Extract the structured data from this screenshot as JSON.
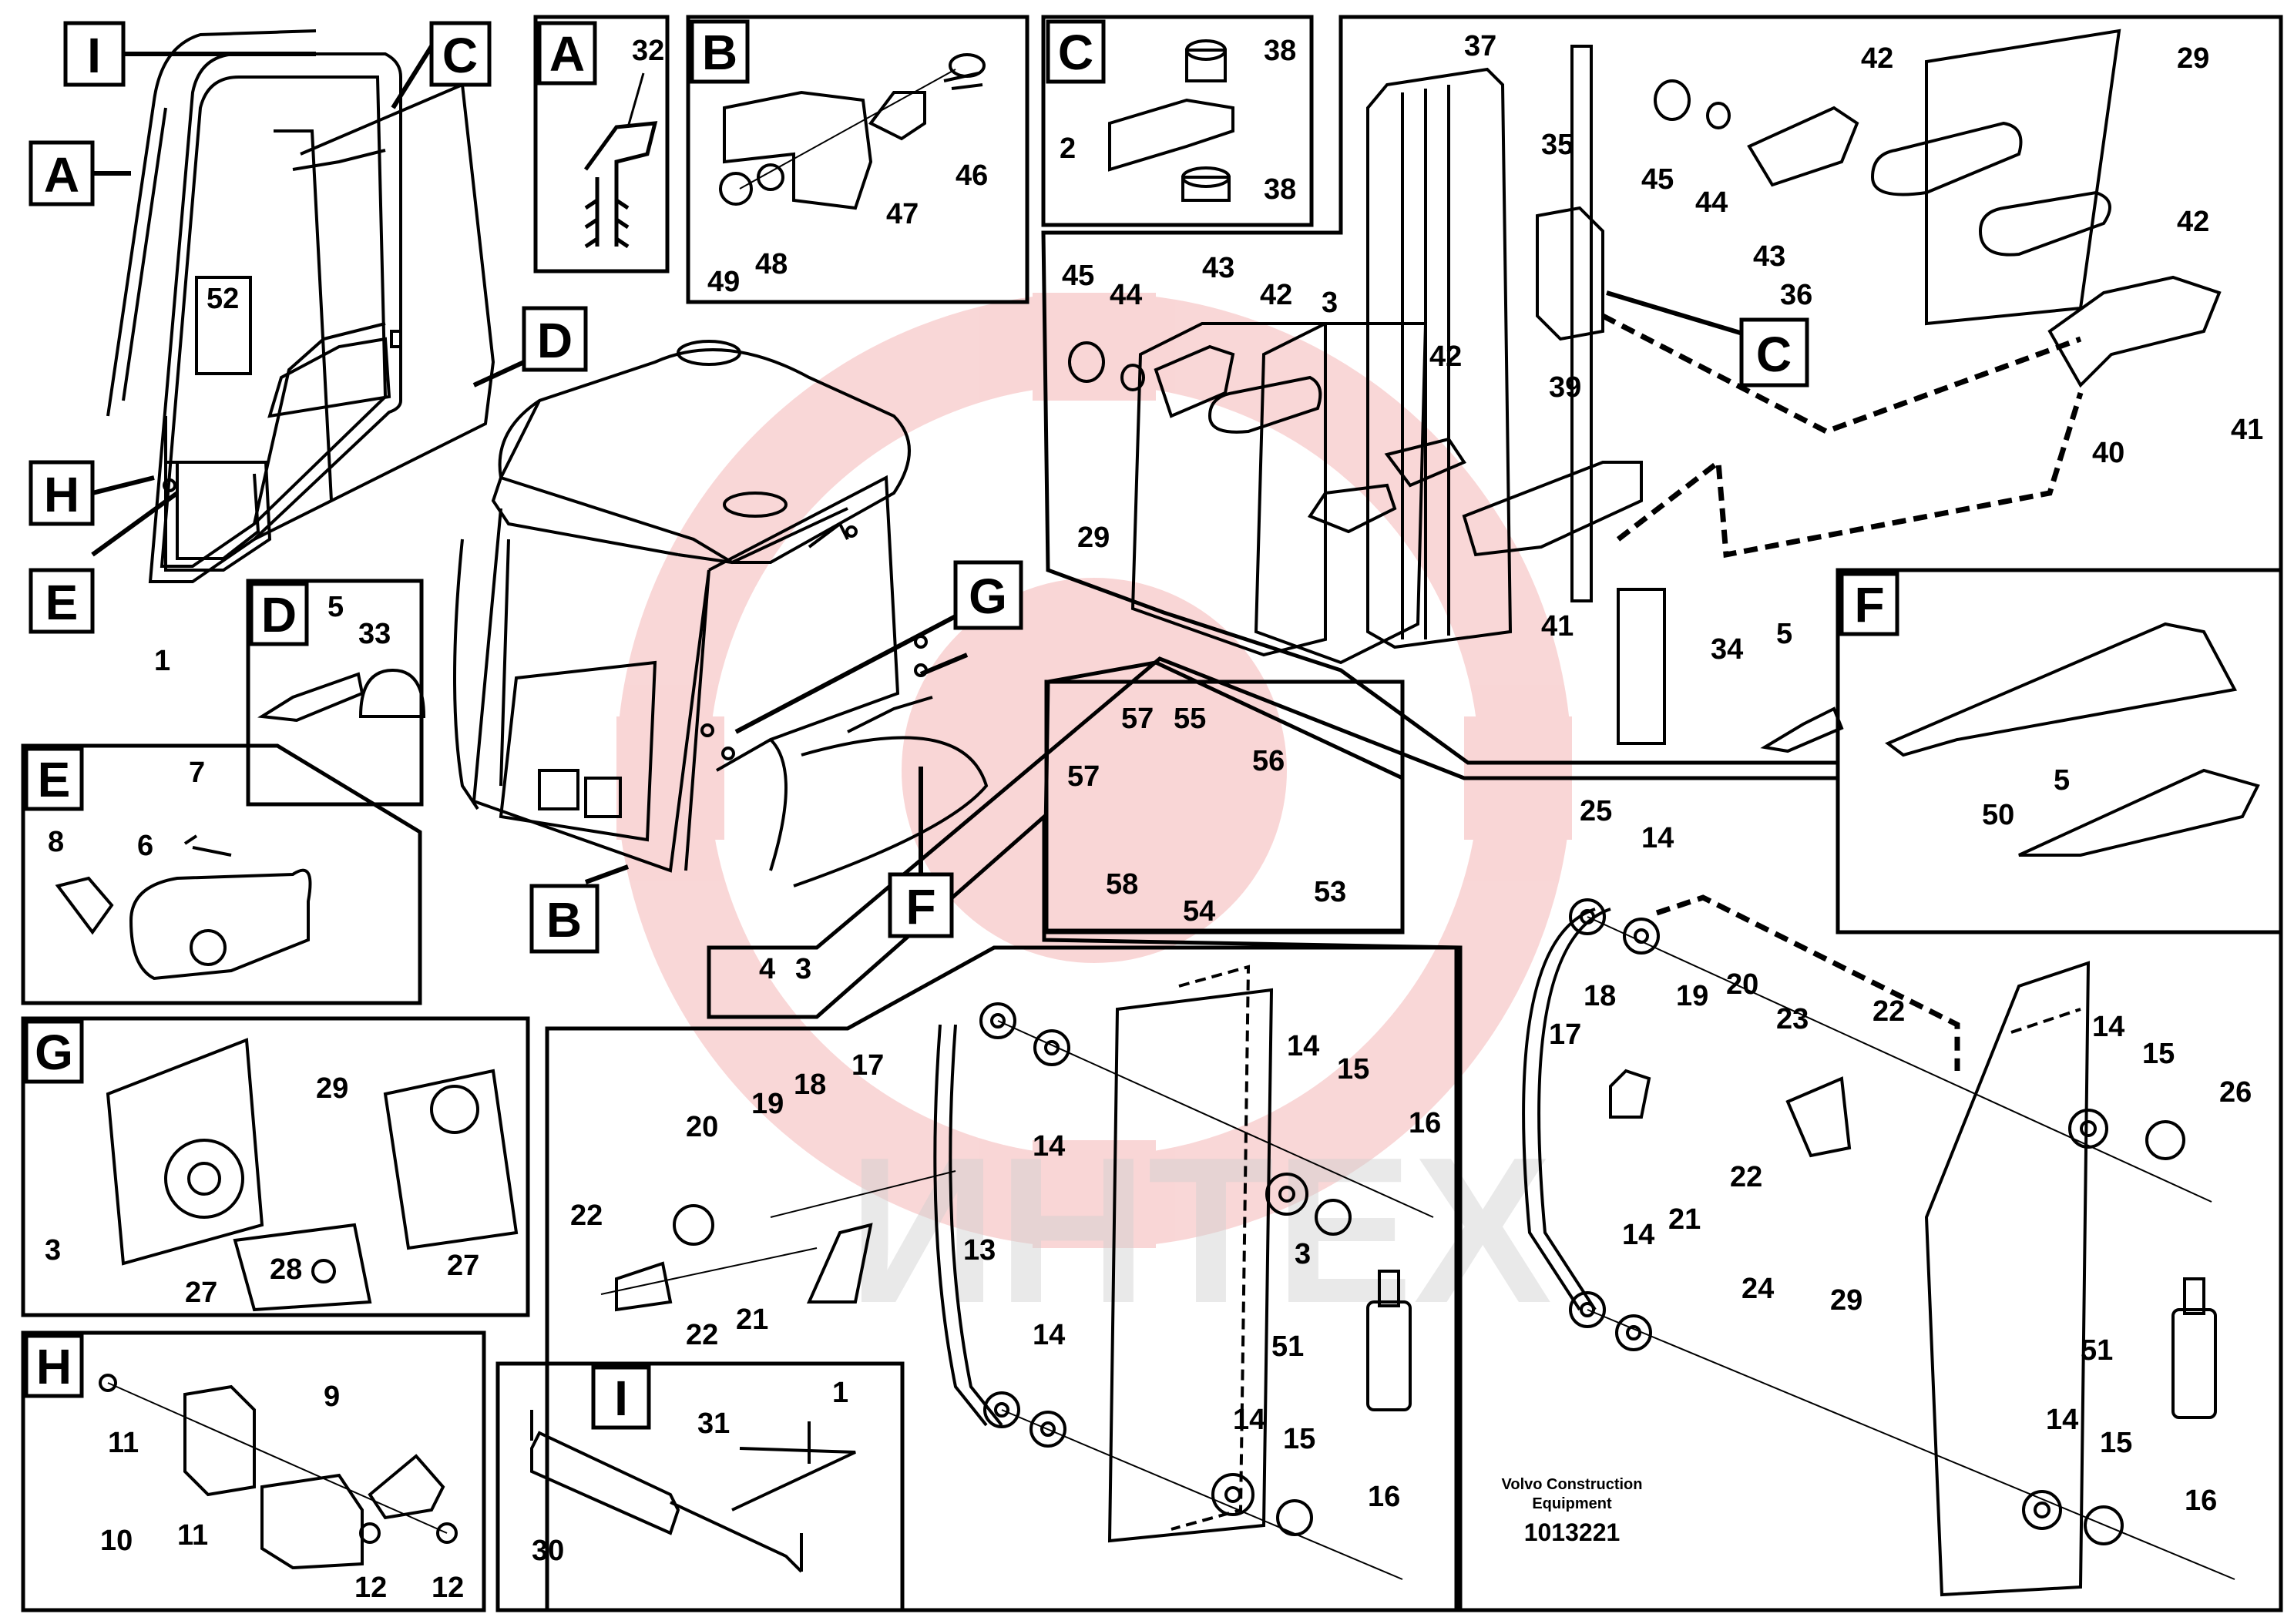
{
  "watermark": "ИНТЕХ",
  "caption": {
    "company": "Volvo Construction",
    "subtitle": "Equipment",
    "drawing_number": "1013221"
  },
  "callout_letters": {
    "I": "I",
    "C": "C",
    "A": "A",
    "D": "D",
    "H": "H",
    "E": "E",
    "G": "G",
    "B": "B",
    "F": "F"
  },
  "panels": {
    "A": {
      "letter": "A",
      "parts": [
        "32"
      ]
    },
    "B": {
      "letter": "B",
      "parts": [
        "46",
        "47",
        "48",
        "49"
      ]
    },
    "C": {
      "letter": "C",
      "parts": [
        "38",
        "2",
        "38"
      ]
    },
    "D": {
      "letter": "D",
      "parts": [
        "5",
        "33"
      ]
    },
    "E": {
      "letter": "E",
      "parts": [
        "7",
        "8",
        "6"
      ]
    },
    "F": {
      "letter": "F",
      "parts": [
        "50",
        "5"
      ]
    },
    "G": {
      "letter": "G",
      "parts": [
        "29",
        "3",
        "27",
        "28",
        "27"
      ]
    },
    "H": {
      "letter": "H",
      "parts": [
        "11",
        "9",
        "10",
        "11",
        "12",
        "12"
      ]
    },
    "I": {
      "letter": "I",
      "parts": [
        "31",
        "1",
        "30"
      ]
    }
  },
  "labels": {
    "p1": "1",
    "p52": "52",
    "p29a": "29",
    "p4": "4",
    "p3a": "3",
    "p57a": "57",
    "p55": "55",
    "p56": "56",
    "p57b": "57",
    "p58": "58",
    "p54": "54",
    "p53": "53",
    "p45a": "45",
    "p44a": "44",
    "p43a": "43",
    "p42a": "42",
    "p3b": "3",
    "p42b": "42",
    "p39": "39",
    "p41a": "41",
    "p34": "34",
    "p5a": "5",
    "p37": "37",
    "p35": "35",
    "p36": "36",
    "p45b": "45",
    "p44b": "44",
    "p43b": "43",
    "p42c": "42",
    "p29b": "29",
    "p42d": "42",
    "p40": "40",
    "p41b": "41",
    "p20a": "20",
    "p19a": "19",
    "p18a": "18",
    "p17a": "17",
    "p22a": "22",
    "p22b": "22",
    "p21a": "21",
    "p13": "13",
    "p14a": "14",
    "p14b": "14",
    "p15a": "15",
    "p16a": "16",
    "p3c": "3",
    "p51a": "51",
    "p14c": "14",
    "p14d": "14",
    "p15b": "15",
    "p16b": "16",
    "p25": "25",
    "p14e": "14",
    "p18b": "18",
    "p19b": "19",
    "p20b": "20",
    "p17b": "17",
    "p23": "23",
    "p22c": "22",
    "p22d": "22",
    "p21b": "21",
    "p24": "24",
    "p14f": "14",
    "p15c": "15",
    "p26": "26",
    "p29c": "29",
    "p14g": "14",
    "p51b": "51",
    "p14h": "14",
    "p15d": "15",
    "p16c": "16"
  }
}
